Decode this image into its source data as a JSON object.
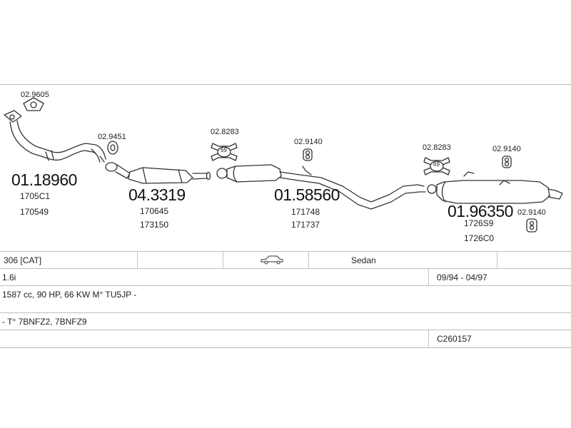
{
  "parts": {
    "p_029605": "02.9605",
    "p_029451": "02.9451",
    "p_028283_a": "02.8283",
    "p_029140_a": "02.9140",
    "p_028283_b": "02.8283",
    "p_029140_b": "02.9140",
    "p_029140_c": "02.9140",
    "front_pipe": {
      "number": "01.18960",
      "ref1": "1705C1",
      "ref2": "170549"
    },
    "catalyst": {
      "number": "04.3319",
      "ref1": "170645",
      "ref2": "173150"
    },
    "middle_silencer": {
      "number": "01.58560",
      "ref1": "171748",
      "ref2": "171737"
    },
    "rear_silencer": {
      "number": "01.96350",
      "ref1": "1726S9",
      "ref2": "1726C0"
    },
    "clamp_a_mark": "69",
    "clamp_b_mark": "69"
  },
  "vehicle": {
    "model": "306  [CAT]",
    "body": "Sedan",
    "engine": "1.6i",
    "years": "09/94 - 04/97",
    "spec": "1587 cc, 90 HP, 66 KW  M° TU5JP -",
    "type_codes": "-  T° 7BNFZ2, 7BNFZ9",
    "code": "C260157"
  },
  "icons": [
    "car-sedan-icon",
    "flange-gasket-icon",
    "rubber-mount-icon",
    "clamp-icon"
  ]
}
